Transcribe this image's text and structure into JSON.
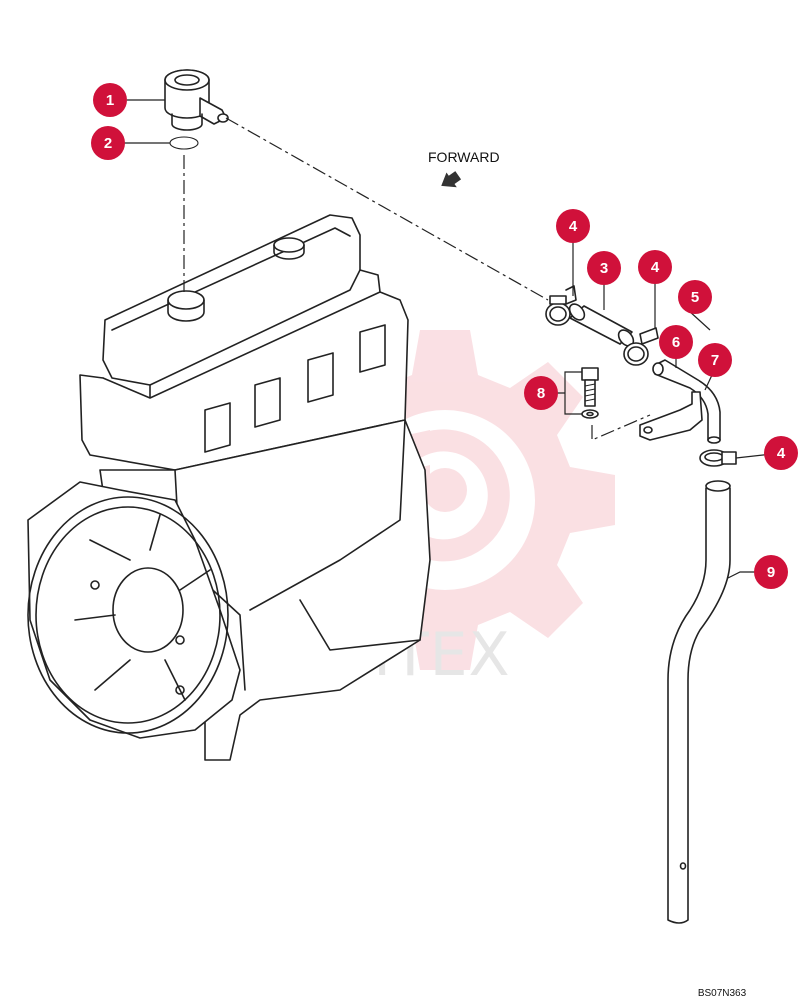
{
  "diagram": {
    "forward_label": "FORWARD",
    "drawing_code": "BS07N363",
    "watermark_text": "ИНТЕХ",
    "callouts": [
      {
        "id": "callout-1",
        "number": "1"
      },
      {
        "id": "callout-2",
        "number": "2"
      },
      {
        "id": "callout-3",
        "number": "3"
      },
      {
        "id": "callout-4a",
        "number": "4"
      },
      {
        "id": "callout-4b",
        "number": "4"
      },
      {
        "id": "callout-4c",
        "number": "4"
      },
      {
        "id": "callout-5",
        "number": "5"
      },
      {
        "id": "callout-6",
        "number": "6"
      },
      {
        "id": "callout-7",
        "number": "7"
      },
      {
        "id": "callout-8",
        "number": "8"
      },
      {
        "id": "callout-9",
        "number": "9"
      }
    ],
    "colors": {
      "callout": "#d0113a",
      "line": "#222222",
      "watermark": "#f5d0d4"
    }
  }
}
